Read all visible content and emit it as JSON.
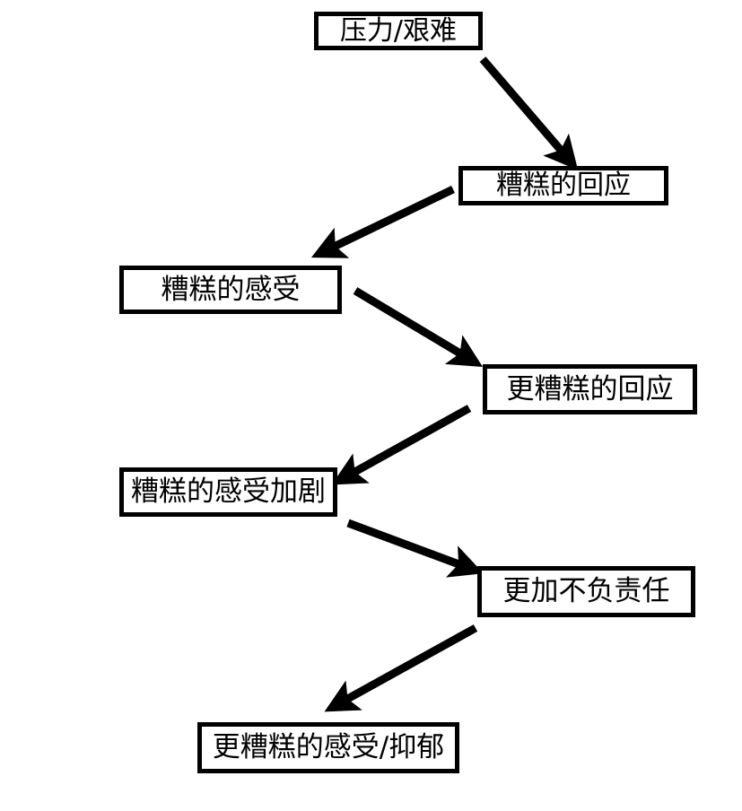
{
  "diagram": {
    "title": "",
    "background_color": "#ffffff",
    "line_color": "#000000",
    "box_border_color": "#000000",
    "box_fill_color": "#ffffff",
    "nodes": [
      {
        "id": "stress",
        "label": "压力/艰难"
      },
      {
        "id": "bad_response",
        "label": "糟糕的回应"
      },
      {
        "id": "bad_feeling",
        "label": "糟糕的感受"
      },
      {
        "id": "worse_response",
        "label": "更糟糕的回应"
      },
      {
        "id": "worse_feeling",
        "label": "糟糕的感受加剧"
      },
      {
        "id": "irresponsible",
        "label": "更加不负责任"
      },
      {
        "id": "depression",
        "label": "更糟糕的感受/抑郁"
      }
    ],
    "edges": [
      {
        "from": "stress",
        "to": "bad_response",
        "direction": "down-right"
      },
      {
        "from": "bad_response",
        "to": "bad_feeling",
        "direction": "down-left"
      },
      {
        "from": "bad_feeling",
        "to": "worse_response",
        "direction": "down-right"
      },
      {
        "from": "worse_response",
        "to": "worse_feeling",
        "direction": "down-left"
      },
      {
        "from": "worse_feeling",
        "to": "irresponsible",
        "direction": "down-right"
      },
      {
        "from": "irresponsible",
        "to": "depression",
        "direction": "down-left"
      }
    ]
  }
}
